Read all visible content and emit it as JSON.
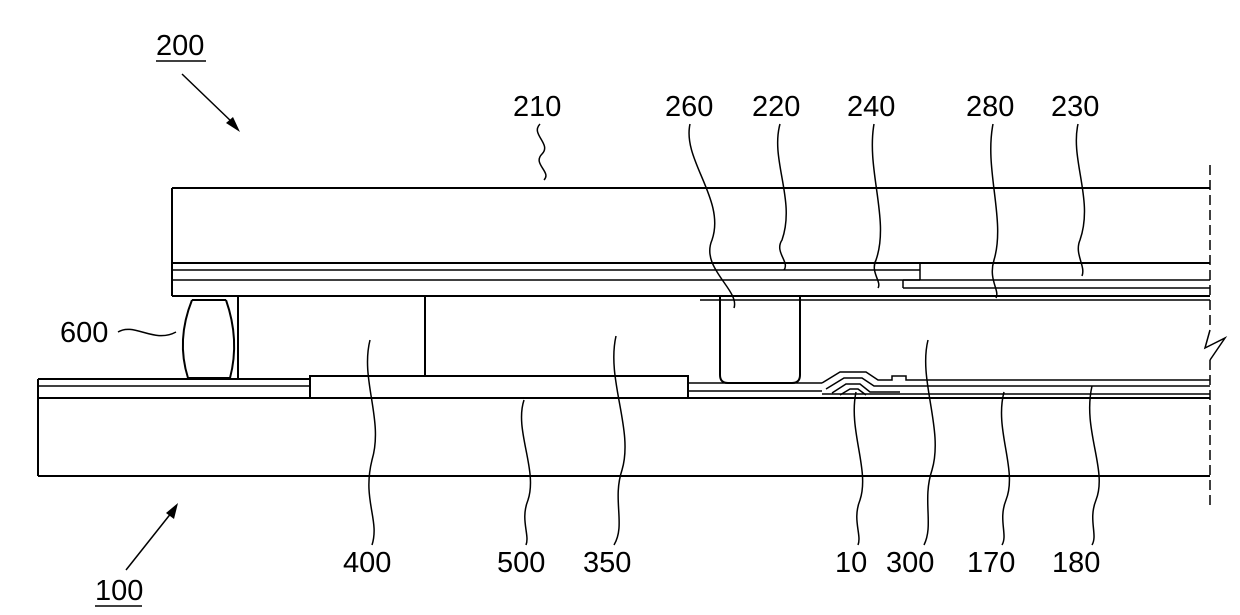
{
  "figure": {
    "assembly_labels": {
      "upper": "200",
      "lower": "100"
    },
    "labels": {
      "l210": "210",
      "l260": "260",
      "l220": "220",
      "l240": "240",
      "l280": "280",
      "l230": "230",
      "l600": "600",
      "l400": "400",
      "l500": "500",
      "l350": "350",
      "l10": "10",
      "l300": "300",
      "l170": "170",
      "l180": "180"
    }
  },
  "colors": {
    "line": "#000000",
    "background": "#ffffff"
  }
}
